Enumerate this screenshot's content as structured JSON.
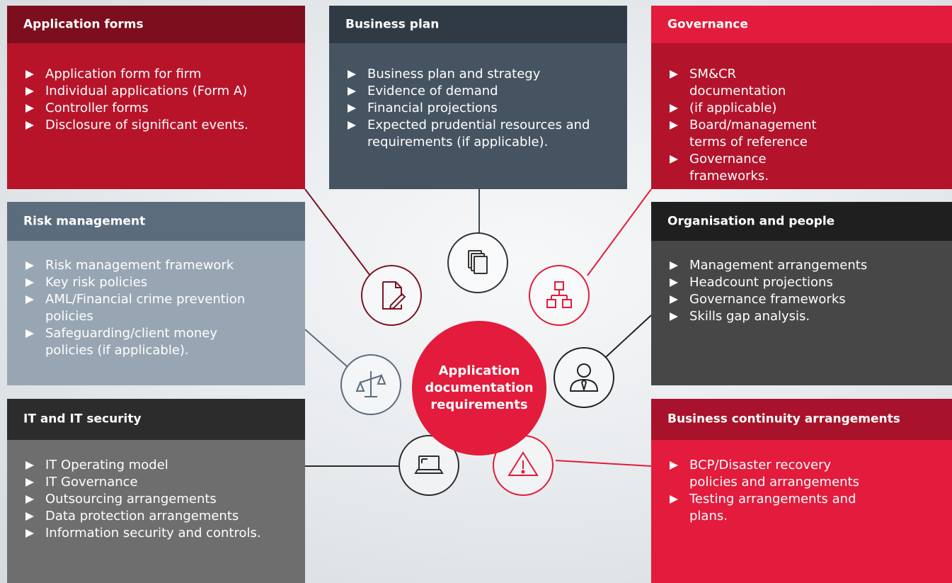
{
  "center": {
    "lines": [
      "Application",
      "documentation",
      "requirements"
    ]
  },
  "panels": {
    "application_forms": {
      "title": "Application forms",
      "items": [
        "Application form for firm",
        "Individual applications (Form A)",
        "Controller forms",
        "Disclosure of significant events."
      ]
    },
    "business_plan": {
      "title": "Business plan",
      "items": [
        "Business plan and strategy",
        "Evidence of demand",
        "Financial projections",
        "Expected prudential resources and requirements (if applicable)."
      ]
    },
    "governance": {
      "title": "Governance",
      "items": [
        "SM&CR documentation",
        "(if applicable)",
        "Board/management terms of reference",
        "Governance frameworks."
      ]
    },
    "risk_management": {
      "title": "Risk management",
      "items": [
        "Risk management framework",
        "Key risk policies",
        "AML/Financial crime prevention policies",
        "Safeguarding/client money policies (if applicable)."
      ]
    },
    "organisation": {
      "title": "Organisation and people",
      "items": [
        "Management arrangements",
        "Headcount projections",
        "Governance frameworks",
        "Skills gap analysis."
      ]
    },
    "it_security": {
      "title": "IT and IT security",
      "items": [
        "IT Operating model",
        "IT Governance",
        "Outsourcing arrangements",
        "Data protection arrangements",
        "Information security and controls."
      ]
    },
    "business_continuity": {
      "title": "Business continuity arrangements",
      "items": [
        "BCP/Disaster recovery policies and arrangements",
        "Testing arrangements and plans."
      ]
    }
  },
  "icons": [
    "document-pen-icon",
    "documents-stack-icon",
    "org-chart-icon",
    "scales-icon",
    "person-tie-icon",
    "laptop-icon",
    "warning-triangle-icon"
  ],
  "colors": {
    "red": "#e31b3c",
    "dark_red": "#7c0e1d",
    "slate": "#465461",
    "grey_blue": "#98a6b3",
    "charcoal": "#1f1f1f"
  }
}
